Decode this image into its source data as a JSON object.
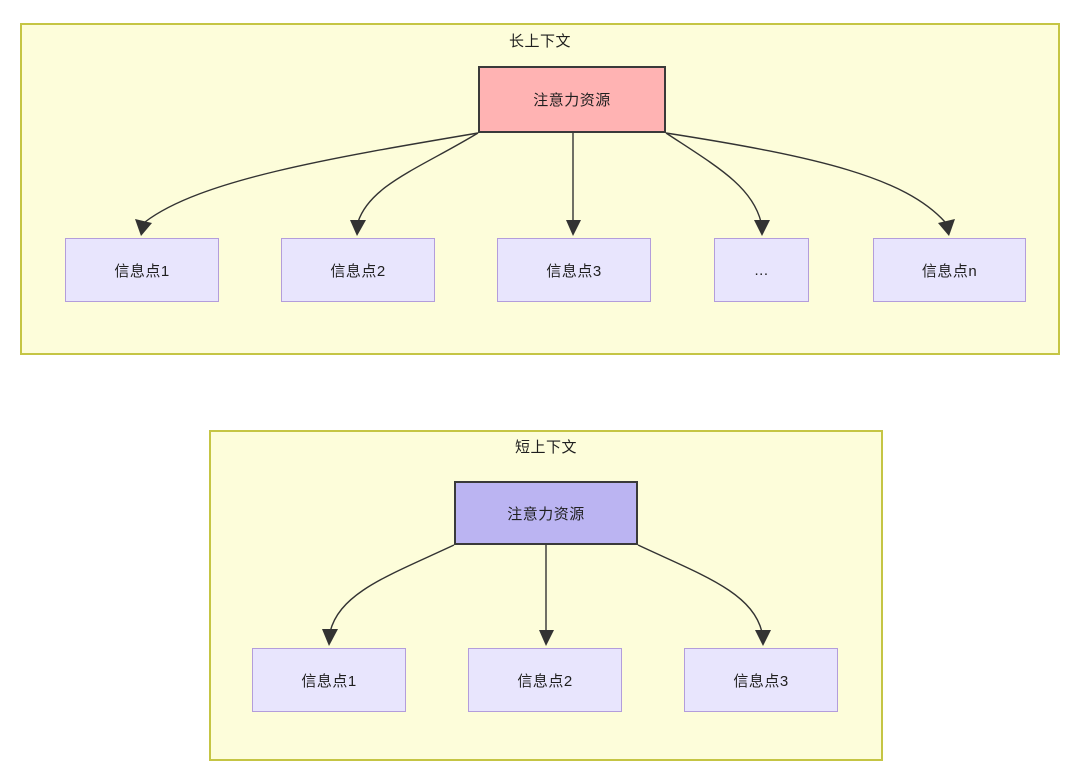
{
  "diagram": {
    "type": "node-edge-diagram",
    "background": "#ffffff",
    "colors": {
      "group_fill": "#fdfdda",
      "group_border": "#c5c544",
      "attention_long_fill": "#ffb3b3",
      "attention_short_fill": "#bbb4f2",
      "attention_border": "#3a3a3a",
      "info_fill": "#e8e5fd",
      "info_border": "#b39ddb",
      "edge_stroke": "#333333",
      "text": "#1f1f1f"
    },
    "groups": [
      {
        "id": "long",
        "title": "长上下文",
        "root": {
          "label": "注意力资源",
          "style": "pink"
        },
        "children": [
          {
            "label": "信息点1"
          },
          {
            "label": "信息点2"
          },
          {
            "label": "信息点3"
          },
          {
            "label": "..."
          },
          {
            "label": "信息点n"
          }
        ],
        "edge_count": 5
      },
      {
        "id": "short",
        "title": "短上下文",
        "root": {
          "label": "注意力资源",
          "style": "purple"
        },
        "children": [
          {
            "label": "信息点1"
          },
          {
            "label": "信息点2"
          },
          {
            "label": "信息点3"
          }
        ],
        "edge_count": 3
      }
    ]
  }
}
